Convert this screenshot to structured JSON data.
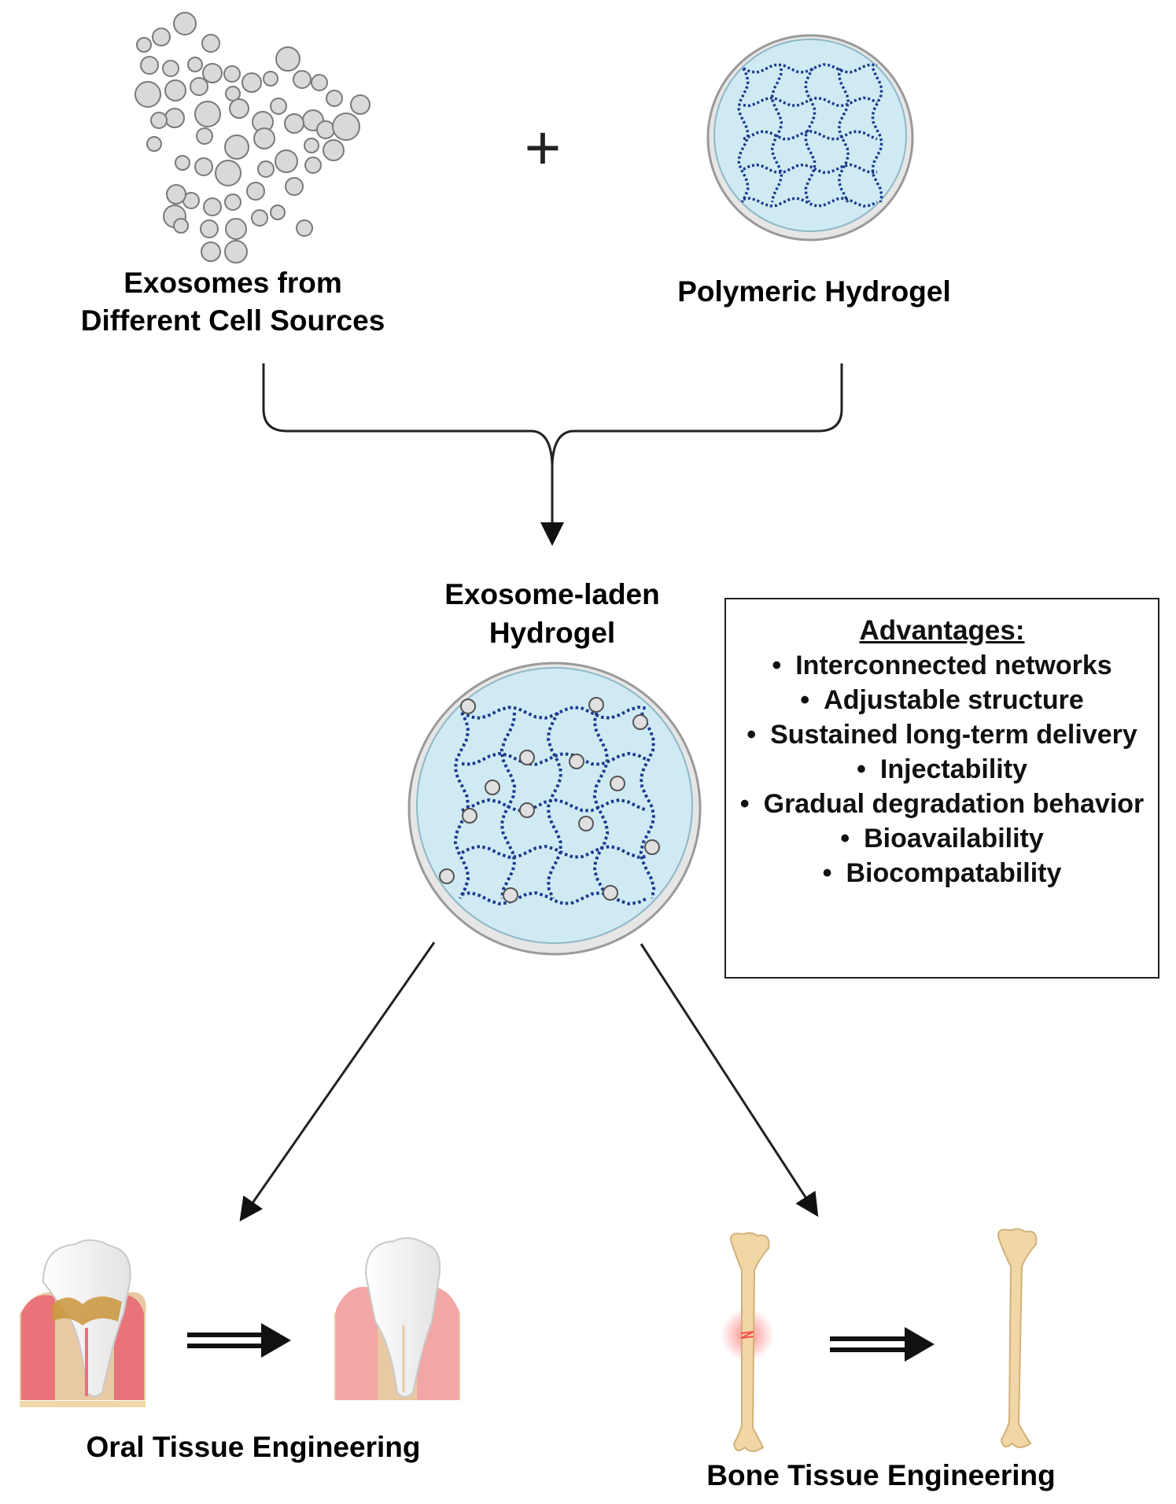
{
  "labels": {
    "exosomes": [
      "Exosomes from",
      "Different Cell Sources"
    ],
    "plus": "+",
    "hydrogel": "Polymeric Hydrogel",
    "laden": [
      "Exosome-laden",
      "Hydrogel"
    ],
    "oral": "Oral Tissue Engineering",
    "bone": "Bone Tissue Engineering"
  },
  "advantages": {
    "title": "Advantages:",
    "items": [
      "Interconnected networks",
      "Adjustable structure",
      "Sustained long-term delivery",
      "Injectability",
      "Gradual degradation behavior",
      "Bioavailability",
      "Biocompatability"
    ]
  },
  "icons": [
    "exosome-cluster-icon",
    "hydrogel-dish-icon",
    "exosome-laden-hydrogel-icon",
    "diseased-tooth-icon",
    "healthy-tooth-icon",
    "fractured-bone-icon",
    "healed-bone-icon"
  ],
  "colors": {
    "gel_fill": "#cfeaf3",
    "network": "#1c3a8c",
    "exosome": "#d9d9d9",
    "gum": "#e8737a",
    "bone": "#f1d7a6"
  }
}
